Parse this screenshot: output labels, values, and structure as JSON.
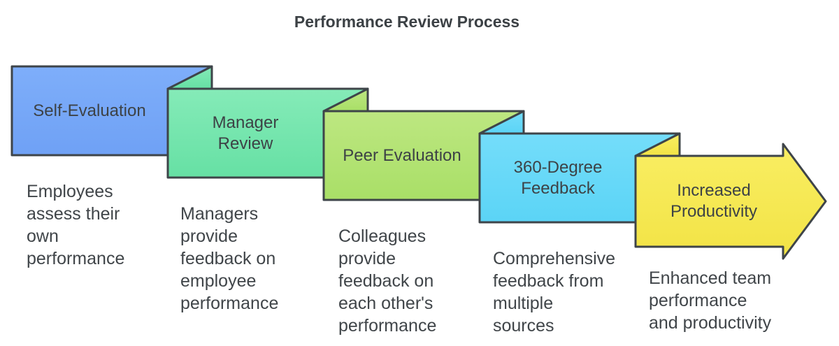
{
  "title": "Performance Review Process",
  "colors": {
    "border": "#3E4449",
    "title_text": "#3C4145",
    "label_text": "#3D4246",
    "desc_text": "#404549"
  },
  "steps": [
    {
      "label": "Self-Evaluation",
      "description": "Employees\nassess their\nown\nperformance",
      "fill_top": "#7EAEFA",
      "fill_bottom": "#6FA1F5"
    },
    {
      "label": "Manager\nReview",
      "description": "Managers\nprovide\nfeedback on\nemployee\nperformance",
      "fill_top": "#85EBB8",
      "fill_bottom": "#66E0A4"
    },
    {
      "label": "Peer Evaluation",
      "description": "Colleagues\nprovide\nfeedback on\neach other's\nperformance",
      "fill_top": "#BDE781",
      "fill_bottom": "#A9DF67"
    },
    {
      "label": "360-Degree\nFeedback",
      "description": "Comprehensive\nfeedback from\nmultiple\nsources",
      "fill_top": "#74DDFA",
      "fill_bottom": "#5BD4F6"
    },
    {
      "label": "Increased\nProductivity",
      "description": "Enhanced team\nperformance\nand productivity",
      "fill_top": "#F9EE63",
      "fill_bottom": "#F2E345"
    }
  ]
}
